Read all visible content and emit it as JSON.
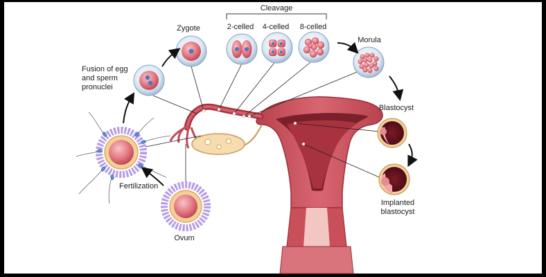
{
  "labels": {
    "cleavage": "Cleavage",
    "zygote": "Zygote",
    "two_celled": "2-celled",
    "four_celled": "4-celled",
    "eight_celled": "8-celled",
    "morula": "Morula",
    "fusion": "Fusion of egg\nand sperm\npronuclei",
    "blastocyst": "Blastocyst",
    "fertilization": "Fertilization",
    "ovum": "Ovum",
    "implanted": "Implanted\nblastocyst"
  },
  "colors": {
    "tissue": "#c9505a",
    "tissue_dark": "#8e2a35",
    "cell_blue": "#cfe0f0",
    "cell_pink": "#e77880",
    "nucleus": "#4a77c2",
    "corona": "#b79be6",
    "arrow": "#111111"
  }
}
